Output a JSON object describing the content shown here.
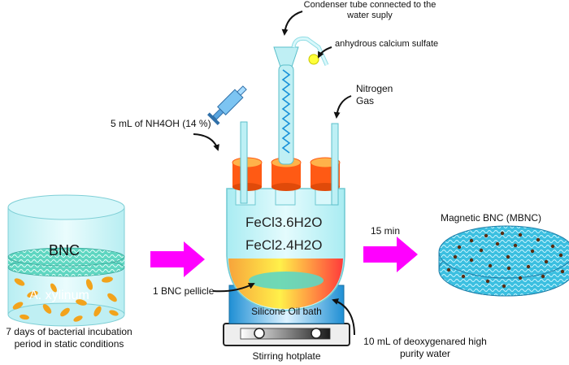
{
  "labels": {
    "condenser": "Condenser tube connected to the water suply",
    "calcium": "anhydrous calcium sulfate",
    "nitrogen": "Nitrogen Gas",
    "nh4oh": "5 mL of NH4OH (14 %)",
    "fecl3": "FeCl3.6H2O",
    "fecl2": "FeCl2.4H2O",
    "time": "15 min",
    "mbnc": "Magnetic BNC (MBNC)",
    "bnc": "BNC",
    "xylinum": "A. xylinum",
    "incubation": "7 days of bacterial incubation period in static conditions",
    "pellicle": "1 BNC pellicle",
    "water": "10 mL of deoxygenared high purity water",
    "oil_bath": "Silicone Oil bath",
    "hotplate": "Stirring hotplate"
  },
  "colors": {
    "arrow": "#ff00ff",
    "stopper": "#ff5a14",
    "glass": "#ccf5f8",
    "bnc_green": "#5fd6c1",
    "bath_blue": "#2b9cd8"
  }
}
